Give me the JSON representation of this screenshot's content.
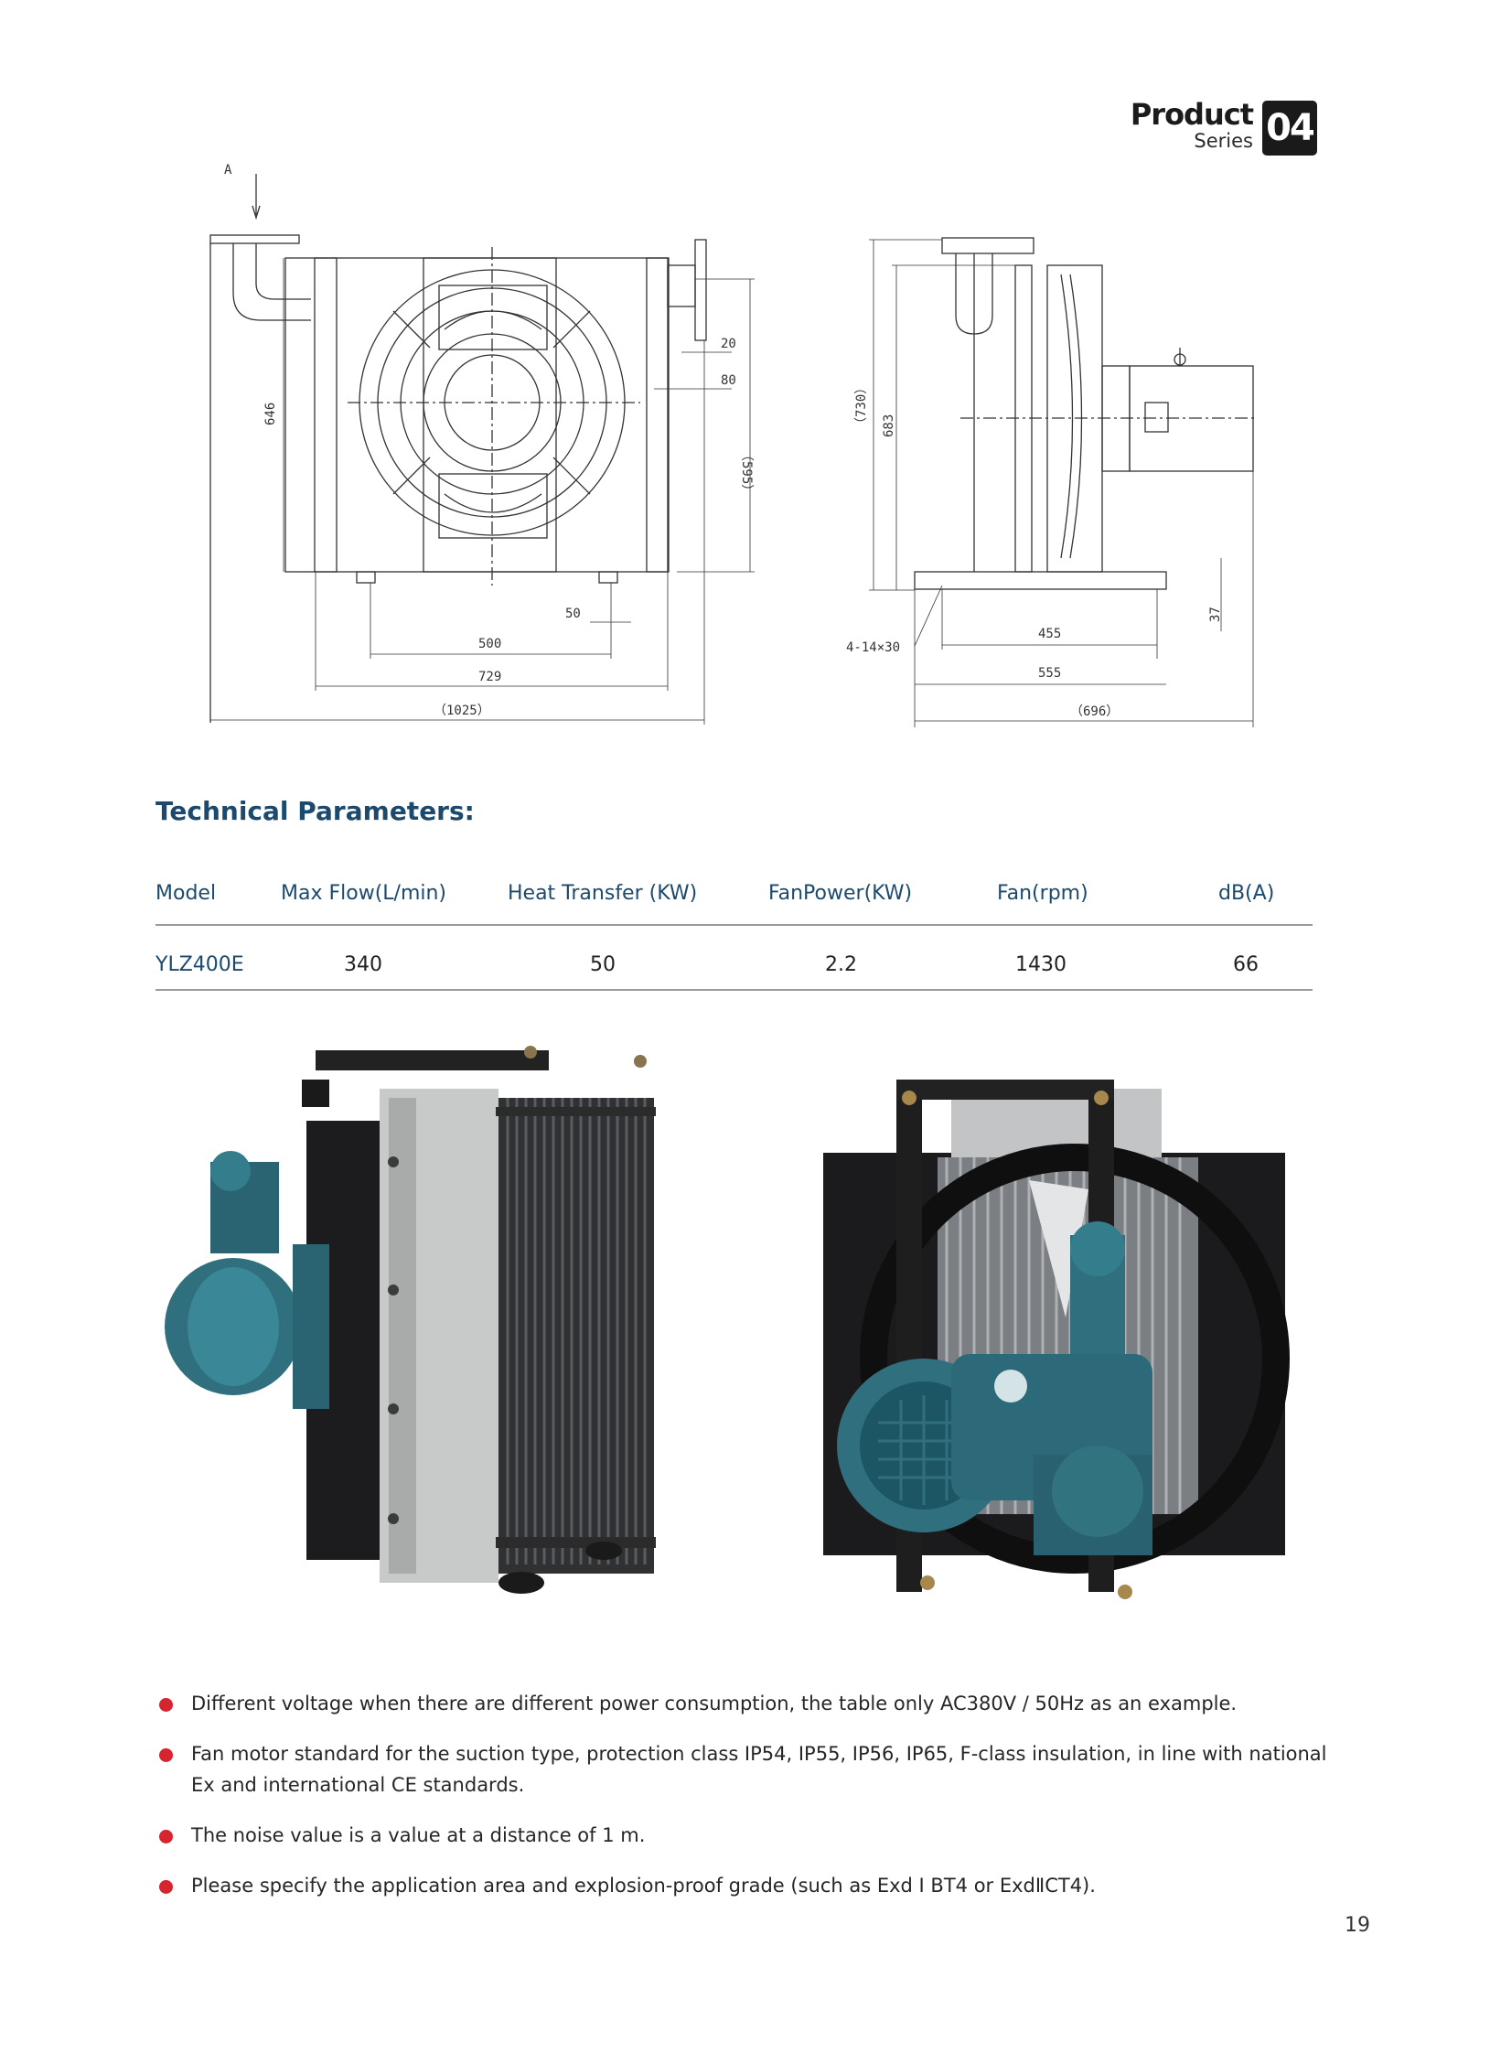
{
  "header": {
    "product": "Product",
    "series": "Series",
    "badge": "04"
  },
  "drawing": {
    "front_labels": {
      "view_a": "A",
      "h646": "646",
      "h595": "（595）",
      "d20": "20",
      "d80": "80",
      "w50": "50",
      "w500": "500",
      "w729": "729",
      "w1025": "（1025）"
    },
    "side_labels": {
      "h730": "（730）",
      "h683": "683",
      "h37": "37",
      "holes": "4-14×30",
      "w455": "455",
      "w555": "555",
      "w696": "（696）"
    }
  },
  "section_title": "Technical Parameters:",
  "table": {
    "headers": [
      "Model",
      "Max Flow(L/min)",
      "Heat Transfer (KW)",
      "FanPower(KW)",
      "Fan(rpm)",
      "dB(A)"
    ],
    "rows": [
      [
        "YLZ400E",
        "340",
        "50",
        "2.2",
        "1430",
        "66"
      ]
    ]
  },
  "notes": [
    "Different voltage when there are different power consumption, the table only AC380V / 50Hz as an example.",
    "Fan motor standard for the suction type, protection class IP54, IP55, IP56, IP65, F-class insulation, in line with national Ex and international CE standards.",
    "The noise value is a value at a distance of 1 m.",
    "Please specify the application area and explosion-proof grade (such as Exd Ⅰ BT4 or ExdⅡCT4)."
  ],
  "page_number": "19",
  "colors": {
    "title_blue": "#1c4a6e",
    "bullet_red": "#d6252f",
    "motor_teal": "#2f6f7e"
  }
}
